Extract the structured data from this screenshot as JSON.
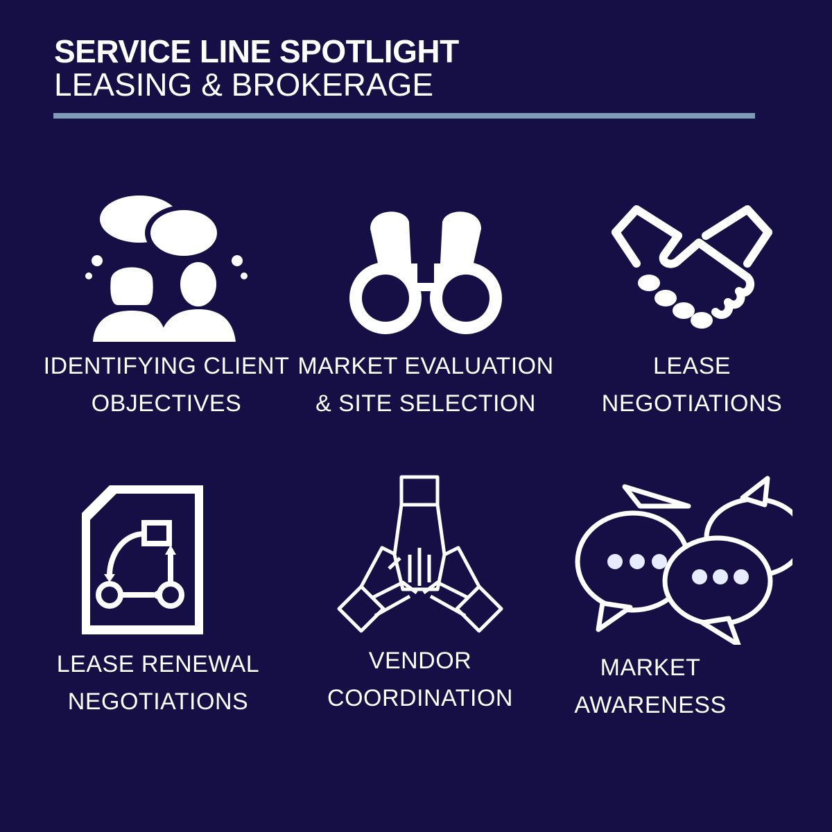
{
  "header": {
    "title": "SERVICE LINE SPOTLIGHT",
    "subtitle": "LEASING & BROKERAGE"
  },
  "services": [
    {
      "line1": "IDENTIFYING CLIENT",
      "line2": "OBJECTIVES",
      "icon": "people-speech-bubbles-icon"
    },
    {
      "line1": "MARKET EVALUATION",
      "line2": "& SITE SELECTION",
      "icon": "binoculars-icon"
    },
    {
      "line1": "LEASE",
      "line2": "NEGOTIATIONS",
      "icon": "handshake-icon"
    },
    {
      "line1": "LEASE RENEWAL",
      "line2": "NEGOTIATIONS",
      "icon": "document-flowchart-icon"
    },
    {
      "line1": "VENDOR",
      "line2": "COORDINATION",
      "icon": "stacked-hands-icon"
    },
    {
      "line1": "MARKET",
      "line2": "AWARENESS",
      "icon": "chat-bubbles-icon"
    }
  ],
  "colors": {
    "background": "#160f45",
    "rule": "#7f9bb8",
    "foreground": "#ffffff"
  }
}
